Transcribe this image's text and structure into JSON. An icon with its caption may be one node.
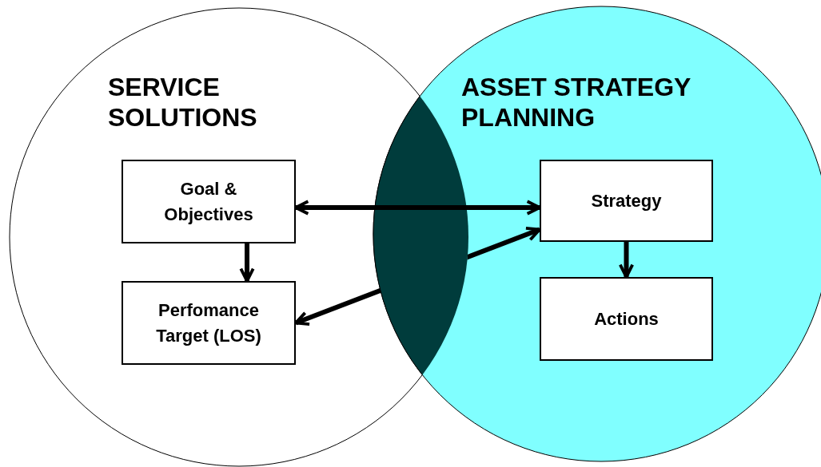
{
  "diagram": {
    "nodes": [
      {
        "text": [
          "SERVICE SOLUTIONS"
        ]
      },
      {
        "text": [
          "ASSET STRATEGY PLANNING"
        ]
      },
      {
        "text": [
          "Goal & Objectives"
        ],
        "in": 0
      },
      {
        "text": [
          "Perfomance Target (LOS)"
        ],
        "in": 0
      },
      {
        "text": [
          "Strategy"
        ],
        "in": 1
      },
      {
        "text": [
          "Actions"
        ],
        "in": 1
      }
    ],
    "edges": [
      {
        "from": 2,
        "to": 4,
        "arrow": "both"
      },
      {
        "from": 2,
        "to": 3,
        "arrow": "to"
      },
      {
        "from": 4,
        "to": 5,
        "arrow": "to"
      },
      {
        "from": 3,
        "to": 4,
        "arrow": "both"
      }
    ]
  }
}
